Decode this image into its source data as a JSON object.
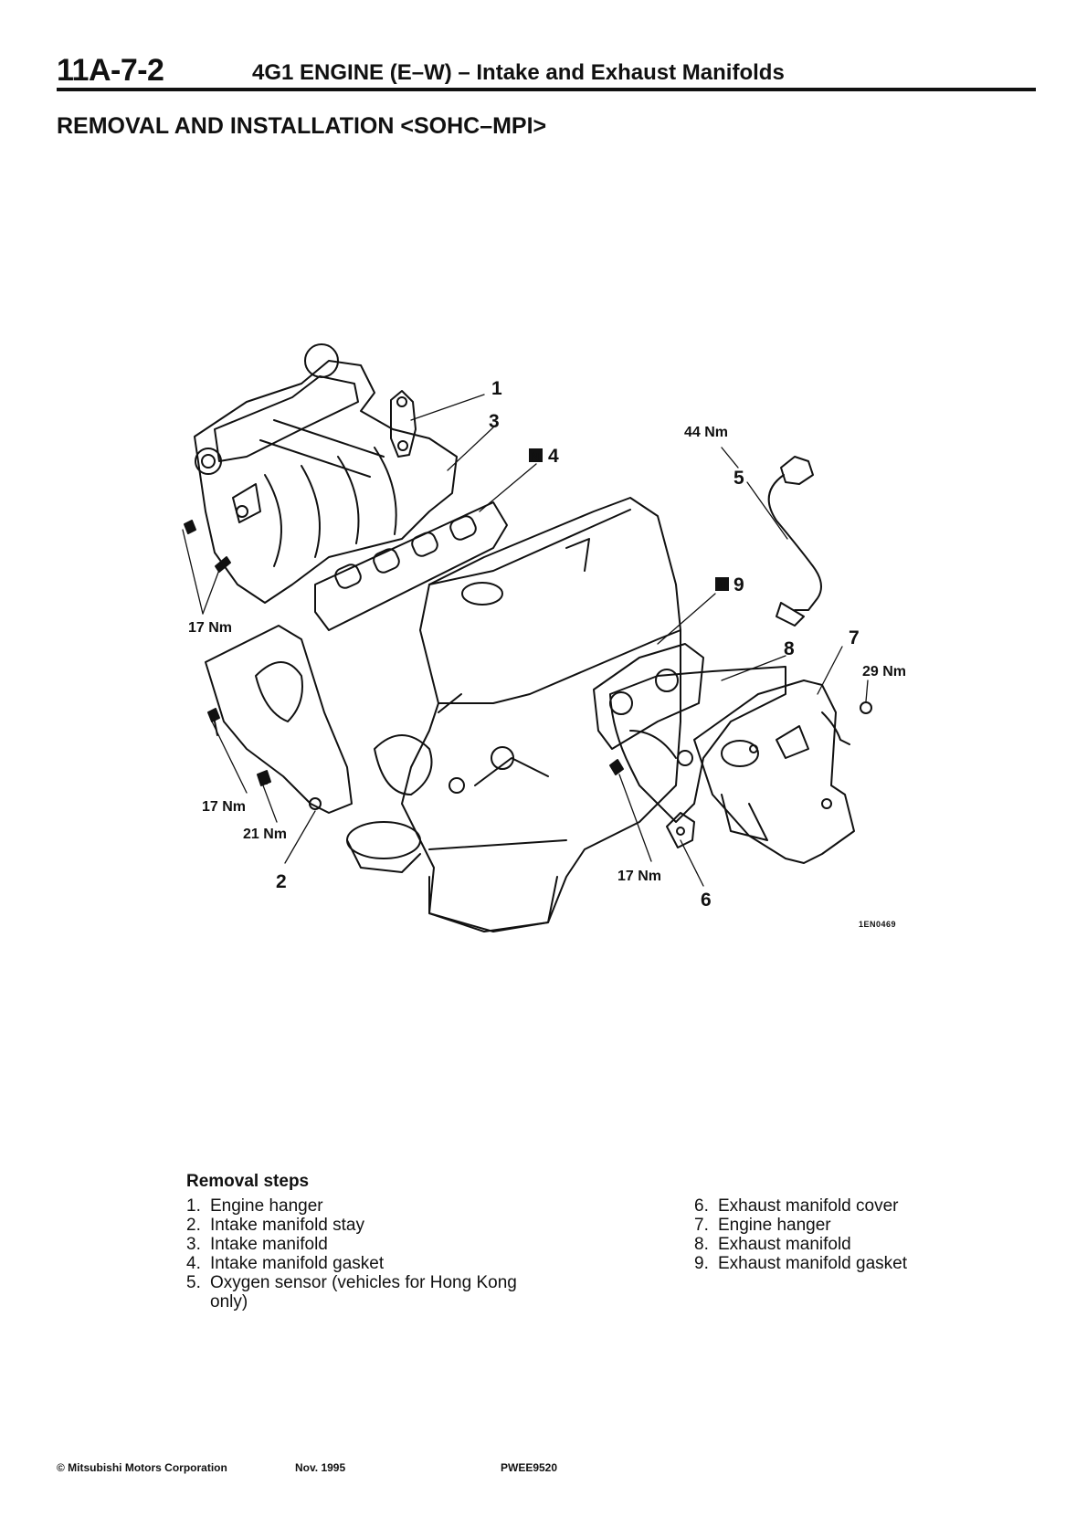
{
  "header": {
    "page_number": "11A-7-2",
    "title": "4G1 ENGINE (E–W) – Intake and Exhaust Manifolds"
  },
  "section_title": "REMOVAL AND INSTALLATION <SOHC–MPI>",
  "figure": {
    "callouts": {
      "c1": "1",
      "c2": "2",
      "c3": "3",
      "c4": "4",
      "c5": "5",
      "c6": "6",
      "c7": "7",
      "c8": "8",
      "c9": "9"
    },
    "new_part_mark": "N",
    "torques": {
      "t44": "44 Nm",
      "t17_upper_left": "17 Nm",
      "t29": "29 Nm",
      "t17_lower_left": "17 Nm",
      "t21": "21 Nm",
      "t17_bottom": "17 Nm"
    },
    "drawing_code": "1EN0469"
  },
  "removal": {
    "heading": "Removal steps",
    "left_steps": [
      {
        "num": "1.",
        "text": "Engine hanger"
      },
      {
        "num": "2.",
        "text": "Intake manifold stay"
      },
      {
        "num": "3.",
        "text": "Intake manifold"
      },
      {
        "num": "4.",
        "text": "Intake manifold gasket"
      },
      {
        "num": "5.",
        "text": "Oxygen sensor (vehicles for Hong Kong only)"
      }
    ],
    "right_steps": [
      {
        "num": "6.",
        "text": "Exhaust manifold cover"
      },
      {
        "num": "7.",
        "text": "Engine hanger"
      },
      {
        "num": "8.",
        "text": "Exhaust manifold"
      },
      {
        "num": "9.",
        "text": "Exhaust manifold gasket"
      }
    ]
  },
  "footer": {
    "copyright": "© Mitsubishi Motors Corporation",
    "date": "Nov. 1995",
    "code": "PWEE9520"
  }
}
